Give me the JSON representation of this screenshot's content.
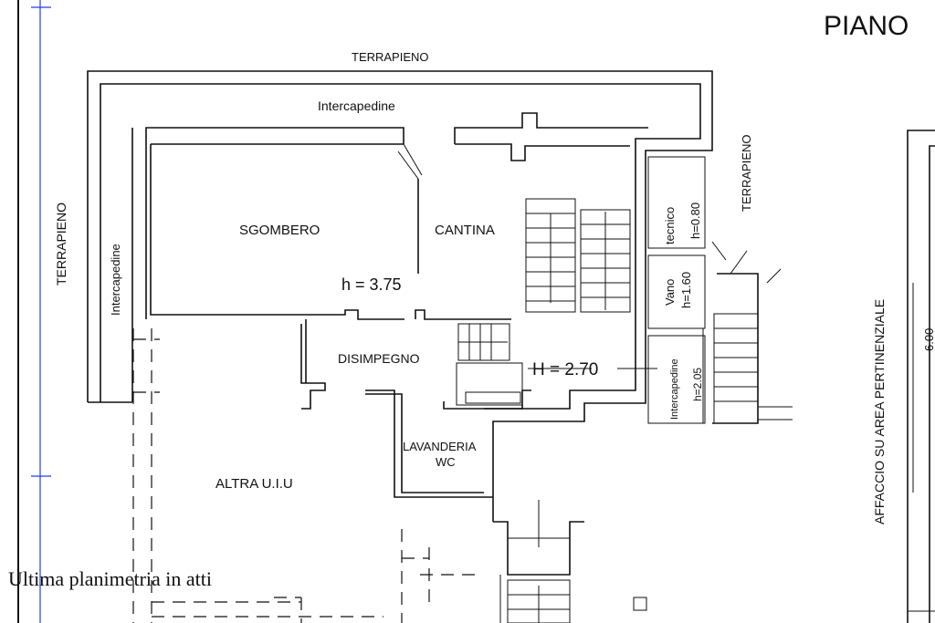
{
  "title": "PIANO",
  "labels": {
    "terrapieno_top": "TERRAPIENO",
    "terrapieno_left": "TERRAPIENO",
    "terrapieno_right": "TERRAPIENO",
    "intercapedine_top": "Intercapedine",
    "intercapedine_left": "Intercapedine",
    "sgombero": "SGOMBERO",
    "cantina": "CANTINA",
    "h_main": "h = 3.75",
    "disimpegno": "DISIMPEGNO",
    "h_stair": "H = 2.70",
    "lavanderia": "LAVANDERIA",
    "wc": "WC",
    "altra": "ALTRA  U.I.U",
    "tecnico": "tecnico",
    "h080": "h=0.80",
    "vano": "Vano",
    "h160": "h=1.60",
    "intercapedine_small": "Intercapedine",
    "h205": "h=2.05",
    "affaccio": "AFFACCIO SU AREA   PERTINENZIALE",
    "dim_right": "6.00"
  },
  "caption": "Ultima planimetria in atti",
  "colors": {
    "ink": "#111111",
    "guide": "#1e3cff"
  }
}
